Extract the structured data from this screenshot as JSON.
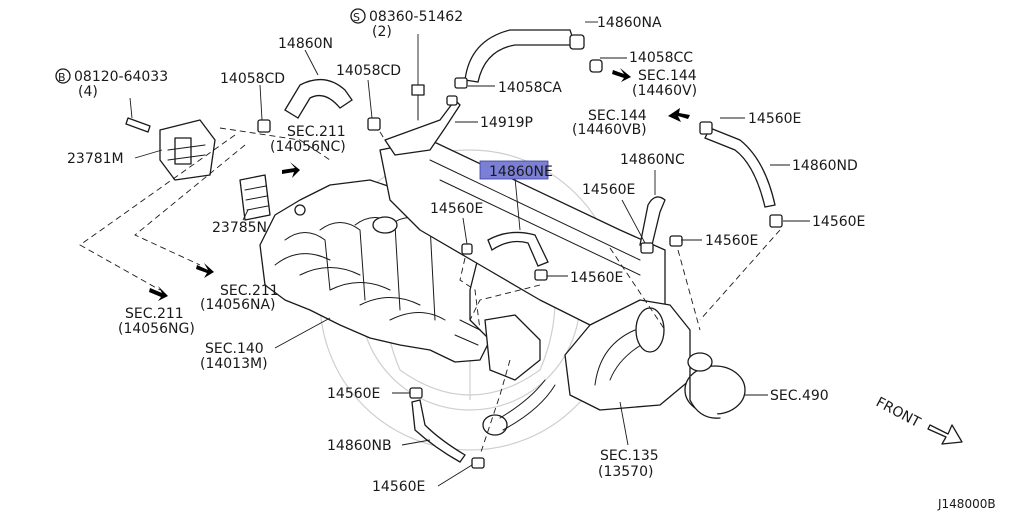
{
  "diagram_id": "J148000B",
  "highlighted_part": "14860NE",
  "front_label": "FRONT",
  "bolt_1": {
    "code": "08360-51462",
    "qty": "(2)",
    "prefix": "S"
  },
  "bolt_2": {
    "code": "08120-64033",
    "qty": "(4)",
    "prefix": "B"
  },
  "labels": {
    "p14860NA": "14860NA",
    "p14058CC": "14058CC",
    "sec144_top": "SEC.144",
    "sec144_top_sub": "(14460V)",
    "p14860N": "14860N",
    "p14058CD_a": "14058CD",
    "p14058CD_b": "14058CD",
    "p14058CA": "14058CA",
    "p14919P": "14919P",
    "sec144_mid": "SEC.144",
    "sec144_mid_sub": "(14460VB)",
    "p14560E_r1": "14560E",
    "sec211_top": "SEC.211",
    "sec211_top_sub": "(14056NC)",
    "p23781M": "23781M",
    "p14860NE": "14860NE",
    "p14860NC": "14860NC",
    "p14860ND": "14860ND",
    "p14560E_a": "14560E",
    "p14560E_b": "14560E",
    "p23785N": "23785N",
    "p14560E_c": "14560E",
    "p14560E_d": "14560E",
    "p14560E_e": "14560E",
    "sec211_mid": "SEC.211",
    "sec211_mid_sub": "(14056NA)",
    "sec211_left": "SEC.211",
    "sec211_left_sub": "(14056NG)",
    "sec140": "SEC.140",
    "sec140_sub": "(14013M)",
    "p14560E_f": "14560E",
    "sec490": "SEC.490",
    "p14860NB": "14860NB",
    "sec135": "SEC.135",
    "sec135_sub": "(13570)",
    "p14560E_g": "14560E"
  }
}
